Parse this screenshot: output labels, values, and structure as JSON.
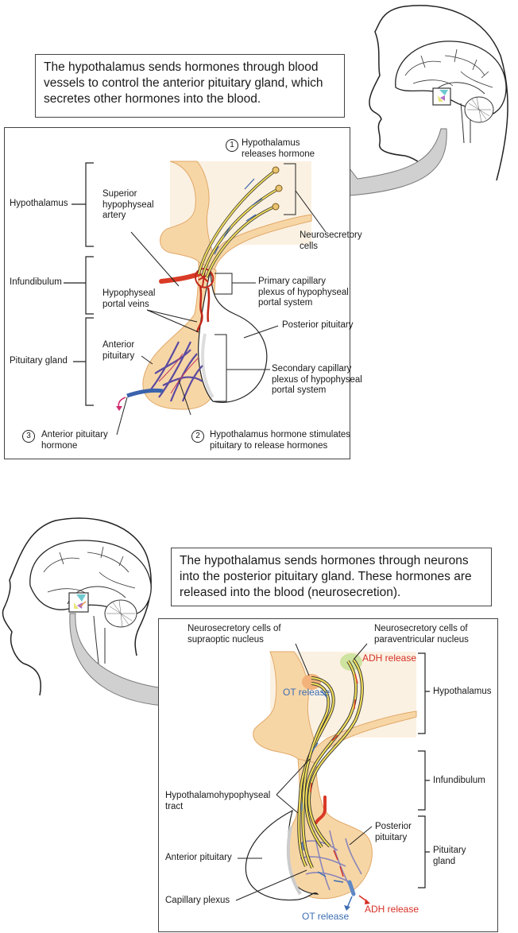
{
  "top_section": {
    "caption": "The hypothalamus sends hormones through blood vessels to control the anterior pituitary gland, which secretes other hormones into the blood.",
    "regions": {
      "hypothalamus": "Hypothalamus",
      "infundibulum": "Infundibulum",
      "pituitary_gland": "Pituitary gland"
    },
    "labels": {
      "step1_number": "1",
      "step1": "Hypothalamus\nreleases hormone",
      "superior_artery": "Superior\nhypophyseal\nartery",
      "neurosecretory_cells": "Neurosecretory\ncells",
      "portal_veins": "Hypophyseal\nportal veins",
      "primary_plexus": "Primary capillary\nplexus of hypophyseal\nportal system",
      "anterior_pituitary": "Anterior\npituitary",
      "posterior_pituitary": "Posterior pituitary",
      "secondary_plexus": "Secondary capillary\nplexus of hypophyseal\nportal system",
      "step2_number": "2",
      "step2": "Hypothalamus hormone stimulates\npituitary to release hormones",
      "step3_number": "3",
      "step3": "Anterior pituitary\nhormone"
    }
  },
  "bottom_section": {
    "caption": "The hypothalamus sends hormones through neurons into the posterior pituitary gland. These hormones are released into the blood (neurosecretion).",
    "regions": {
      "hypothalamus": "Hypothalamus",
      "infundibulum": "Infundibulum",
      "pituitary_gland": "Pituitary\ngland"
    },
    "labels": {
      "supraoptic": "Neurosecretory cells of\nsupraoptic nucleus",
      "paraventricular": "Neurosecretory cells of\nparaventricular nucleus",
      "adh_release_top": "ADH release",
      "ot_release_top": "OT release",
      "tract": "Hypothalamohypophyseal\ntract",
      "posterior_pituitary": "Posterior\npituitary",
      "anterior_pituitary": "Anterior pituitary",
      "capillary_plexus": "Capillary plexus",
      "ot_release_bottom": "OT release",
      "adh_release_bottom": "ADH release"
    }
  },
  "colors": {
    "tissue": "#f7d6a6",
    "tissue_edge": "#e0a868",
    "hypothalamus_bg": "#fbf1e2",
    "artery": "#d93a26",
    "vein": "#3a62ad",
    "capillary_purple": "#7a5aa8",
    "axon": "#f0dc5a",
    "arrow_gray": "#d0d0d0",
    "ot_blue": "#3b6db3",
    "adh_red": "#d62f25",
    "supraoptic_nucleus": "#f2b27a",
    "paraventricular_nucleus": "#cfe3a0"
  }
}
